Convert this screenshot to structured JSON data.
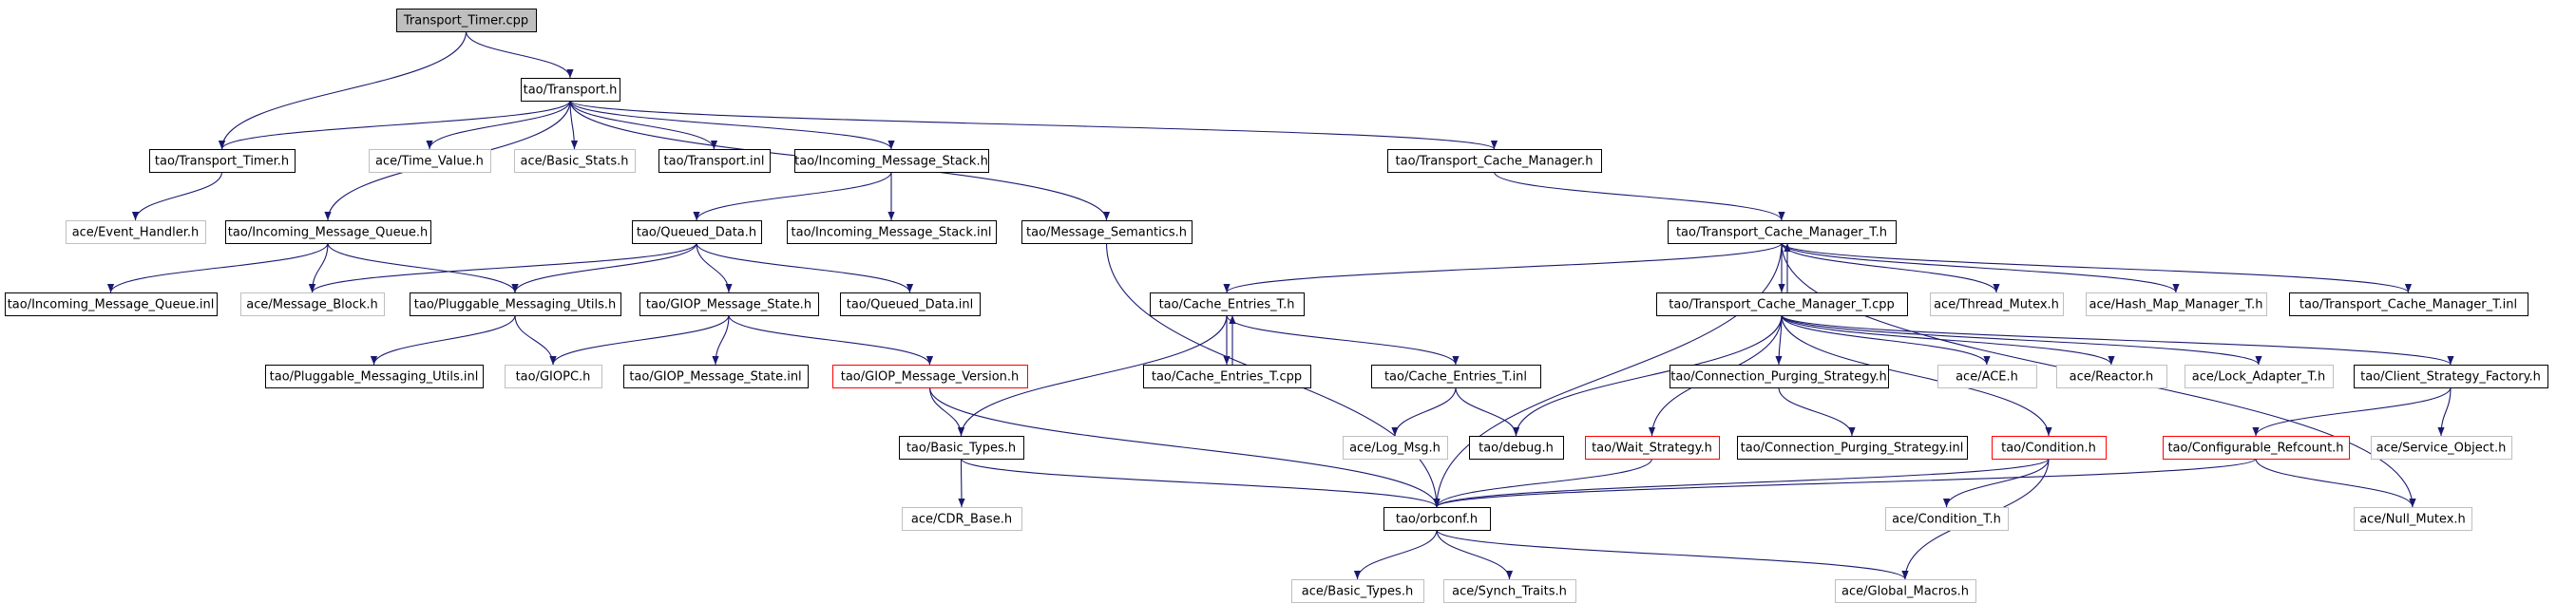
{
  "title": "",
  "colors": {
    "edge": "#191970",
    "box_black": "#000000",
    "box_gray": "#bfbfbf",
    "box_red": "#ff0000",
    "root_fill": "#bfbfbf",
    "text": "#000000"
  },
  "nodes": [
    {
      "id": "n_root",
      "label": "Transport_Timer.cpp",
      "style": "root"
    },
    {
      "id": "n_transport_h",
      "label": "tao/Transport.h",
      "style": "black"
    },
    {
      "id": "n_transport_timer_h",
      "label": "tao/Transport_Timer.h",
      "style": "black"
    },
    {
      "id": "n_time_value",
      "label": "ace/Time_Value.h",
      "style": "gray"
    },
    {
      "id": "n_basic_stats",
      "label": "ace/Basic_Stats.h",
      "style": "gray"
    },
    {
      "id": "n_transport_inl",
      "label": "tao/Transport.inl",
      "style": "black"
    },
    {
      "id": "n_incoming_stack_h",
      "label": "tao/Incoming_Message_Stack.h",
      "style": "black"
    },
    {
      "id": "n_tcm_h",
      "label": "tao/Transport_Cache_Manager.h",
      "style": "black"
    },
    {
      "id": "n_event_handler",
      "label": "ace/Event_Handler.h",
      "style": "gray"
    },
    {
      "id": "n_incoming_queue_h",
      "label": "tao/Incoming_Message_Queue.h",
      "style": "black"
    },
    {
      "id": "n_queued_data_h",
      "label": "tao/Queued_Data.h",
      "style": "black"
    },
    {
      "id": "n_incoming_stack_inl",
      "label": "tao/Incoming_Message_Stack.inl",
      "style": "black"
    },
    {
      "id": "n_msg_semantics",
      "label": "tao/Message_Semantics.h",
      "style": "black"
    },
    {
      "id": "n_tcm_t_h",
      "label": "tao/Transport_Cache_Manager_T.h",
      "style": "black"
    },
    {
      "id": "n_incoming_queue_inl",
      "label": "tao/Incoming_Message_Queue.inl",
      "style": "black"
    },
    {
      "id": "n_message_block",
      "label": "ace/Message_Block.h",
      "style": "gray"
    },
    {
      "id": "n_pmu_h",
      "label": "tao/Pluggable_Messaging_Utils.h",
      "style": "black"
    },
    {
      "id": "n_giop_state_h",
      "label": "tao/GIOP_Message_State.h",
      "style": "black"
    },
    {
      "id": "n_queued_data_inl",
      "label": "tao/Queued_Data.inl",
      "style": "black"
    },
    {
      "id": "n_cache_entries_h",
      "label": "tao/Cache_Entries_T.h",
      "style": "black"
    },
    {
      "id": "n_tcm_t_cpp",
      "label": "tao/Transport_Cache_Manager_T.cpp",
      "style": "black"
    },
    {
      "id": "n_thread_mutex",
      "label": "ace/Thread_Mutex.h",
      "style": "gray"
    },
    {
      "id": "n_hash_map",
      "label": "ace/Hash_Map_Manager_T.h",
      "style": "gray"
    },
    {
      "id": "n_tcm_t_inl",
      "label": "tao/Transport_Cache_Manager_T.inl",
      "style": "black"
    },
    {
      "id": "n_pmu_inl",
      "label": "tao/Pluggable_Messaging_Utils.inl",
      "style": "black"
    },
    {
      "id": "n_giopc",
      "label": "tao/GIOPC.h",
      "style": "gray"
    },
    {
      "id": "n_giop_state_inl",
      "label": "tao/GIOP_Message_State.inl",
      "style": "black"
    },
    {
      "id": "n_giop_version_h",
      "label": "tao/GIOP_Message_Version.h",
      "style": "red"
    },
    {
      "id": "n_cache_entries_cpp",
      "label": "tao/Cache_Entries_T.cpp",
      "style": "black"
    },
    {
      "id": "n_cache_entries_inl",
      "label": "tao/Cache_Entries_T.inl",
      "style": "black"
    },
    {
      "id": "n_cps_h",
      "label": "tao/Connection_Purging_Strategy.h",
      "style": "black"
    },
    {
      "id": "n_ace_h",
      "label": "ace/ACE.h",
      "style": "gray"
    },
    {
      "id": "n_reactor",
      "label": "ace/Reactor.h",
      "style": "gray"
    },
    {
      "id": "n_lock_adapter",
      "label": "ace/Lock_Adapter_T.h",
      "style": "gray"
    },
    {
      "id": "n_csf_h",
      "label": "tao/Client_Strategy_Factory.h",
      "style": "black"
    },
    {
      "id": "n_basic_types_tao",
      "label": "tao/Basic_Types.h",
      "style": "black"
    },
    {
      "id": "n_log_msg",
      "label": "ace/Log_Msg.h",
      "style": "gray"
    },
    {
      "id": "n_debug_h",
      "label": "tao/debug.h",
      "style": "black"
    },
    {
      "id": "n_wait_strategy",
      "label": "tao/Wait_Strategy.h",
      "style": "red"
    },
    {
      "id": "n_cps_inl",
      "label": "tao/Connection_Purging_Strategy.inl",
      "style": "black"
    },
    {
      "id": "n_condition_h",
      "label": "tao/Condition.h",
      "style": "red"
    },
    {
      "id": "n_conf_refcount",
      "label": "tao/Configurable_Refcount.h",
      "style": "red"
    },
    {
      "id": "n_service_object",
      "label": "ace/Service_Object.h",
      "style": "gray"
    },
    {
      "id": "n_cdr_base",
      "label": "ace/CDR_Base.h",
      "style": "gray"
    },
    {
      "id": "n_orbconf",
      "label": "tao/orbconf.h",
      "style": "black"
    },
    {
      "id": "n_condition_t",
      "label": "ace/Condition_T.h",
      "style": "gray"
    },
    {
      "id": "n_null_mutex",
      "label": "ace/Null_Mutex.h",
      "style": "gray"
    },
    {
      "id": "n_basic_types_ace",
      "label": "ace/Basic_Types.h",
      "style": "gray"
    },
    {
      "id": "n_synch_traits",
      "label": "ace/Synch_Traits.h",
      "style": "gray"
    },
    {
      "id": "n_global_macros",
      "label": "ace/Global_Macros.h",
      "style": "gray"
    }
  ],
  "edges": [
    [
      "n_root",
      "n_transport_h"
    ],
    [
      "n_root",
      "n_transport_timer_h"
    ],
    [
      "n_transport_h",
      "n_transport_timer_h"
    ],
    [
      "n_transport_h",
      "n_time_value"
    ],
    [
      "n_transport_h",
      "n_basic_stats"
    ],
    [
      "n_transport_h",
      "n_transport_inl"
    ],
    [
      "n_transport_h",
      "n_incoming_stack_h"
    ],
    [
      "n_transport_h",
      "n_tcm_h"
    ],
    [
      "n_transport_h",
      "n_incoming_queue_h"
    ],
    [
      "n_transport_h",
      "n_msg_semantics"
    ],
    [
      "n_transport_timer_h",
      "n_event_handler"
    ],
    [
      "n_incoming_stack_h",
      "n_queued_data_h"
    ],
    [
      "n_incoming_stack_h",
      "n_incoming_stack_inl"
    ],
    [
      "n_tcm_h",
      "n_tcm_t_h"
    ],
    [
      "n_incoming_queue_h",
      "n_incoming_queue_inl"
    ],
    [
      "n_incoming_queue_h",
      "n_message_block"
    ],
    [
      "n_incoming_queue_h",
      "n_pmu_h"
    ],
    [
      "n_queued_data_h",
      "n_message_block"
    ],
    [
      "n_queued_data_h",
      "n_pmu_h"
    ],
    [
      "n_queued_data_h",
      "n_giop_state_h"
    ],
    [
      "n_queued_data_h",
      "n_queued_data_inl"
    ],
    [
      "n_msg_semantics",
      "n_orbconf"
    ],
    [
      "n_tcm_t_h",
      "n_cache_entries_h"
    ],
    [
      "n_tcm_t_h",
      "n_tcm_t_cpp"
    ],
    [
      "n_tcm_t_h",
      "n_thread_mutex"
    ],
    [
      "n_tcm_t_h",
      "n_hash_map"
    ],
    [
      "n_tcm_t_h",
      "n_tcm_t_inl"
    ],
    [
      "n_tcm_t_h",
      "n_orbconf"
    ],
    [
      "n_tcm_t_h",
      "n_null_mutex"
    ],
    [
      "n_tcm_t_cpp",
      "n_tcm_t_h"
    ],
    [
      "n_pmu_h",
      "n_pmu_inl"
    ],
    [
      "n_pmu_h",
      "n_giopc"
    ],
    [
      "n_giop_state_h",
      "n_giopc"
    ],
    [
      "n_giop_state_h",
      "n_giop_state_inl"
    ],
    [
      "n_giop_state_h",
      "n_giop_version_h"
    ],
    [
      "n_cache_entries_h",
      "n_cache_entries_cpp"
    ],
    [
      "n_cache_entries_cpp",
      "n_cache_entries_h"
    ],
    [
      "n_cache_entries_h",
      "n_cache_entries_inl"
    ],
    [
      "n_cache_entries_h",
      "n_basic_types_tao"
    ],
    [
      "n_tcm_t_cpp",
      "n_cps_h"
    ],
    [
      "n_tcm_t_cpp",
      "n_ace_h"
    ],
    [
      "n_tcm_t_cpp",
      "n_reactor"
    ],
    [
      "n_tcm_t_cpp",
      "n_lock_adapter"
    ],
    [
      "n_tcm_t_cpp",
      "n_csf_h"
    ],
    [
      "n_tcm_t_cpp",
      "n_debug_h"
    ],
    [
      "n_tcm_t_cpp",
      "n_wait_strategy"
    ],
    [
      "n_tcm_t_cpp",
      "n_condition_h"
    ],
    [
      "n_giop_version_h",
      "n_basic_types_tao"
    ],
    [
      "n_giop_version_h",
      "n_orbconf"
    ],
    [
      "n_cache_entries_inl",
      "n_log_msg"
    ],
    [
      "n_cache_entries_inl",
      "n_debug_h"
    ],
    [
      "n_cps_h",
      "n_cps_inl"
    ],
    [
      "n_csf_h",
      "n_conf_refcount"
    ],
    [
      "n_csf_h",
      "n_service_object"
    ],
    [
      "n_basic_types_tao",
      "n_cdr_base"
    ],
    [
      "n_basic_types_tao",
      "n_orbconf"
    ],
    [
      "n_wait_strategy",
      "n_orbconf"
    ],
    [
      "n_condition_h",
      "n_orbconf"
    ],
    [
      "n_condition_h",
      "n_condition_t"
    ],
    [
      "n_condition_h",
      "n_global_macros"
    ],
    [
      "n_conf_refcount",
      "n_orbconf"
    ],
    [
      "n_conf_refcount",
      "n_null_mutex"
    ],
    [
      "n_orbconf",
      "n_basic_types_ace"
    ],
    [
      "n_orbconf",
      "n_synch_traits"
    ],
    [
      "n_orbconf",
      "n_global_macros"
    ]
  ]
}
